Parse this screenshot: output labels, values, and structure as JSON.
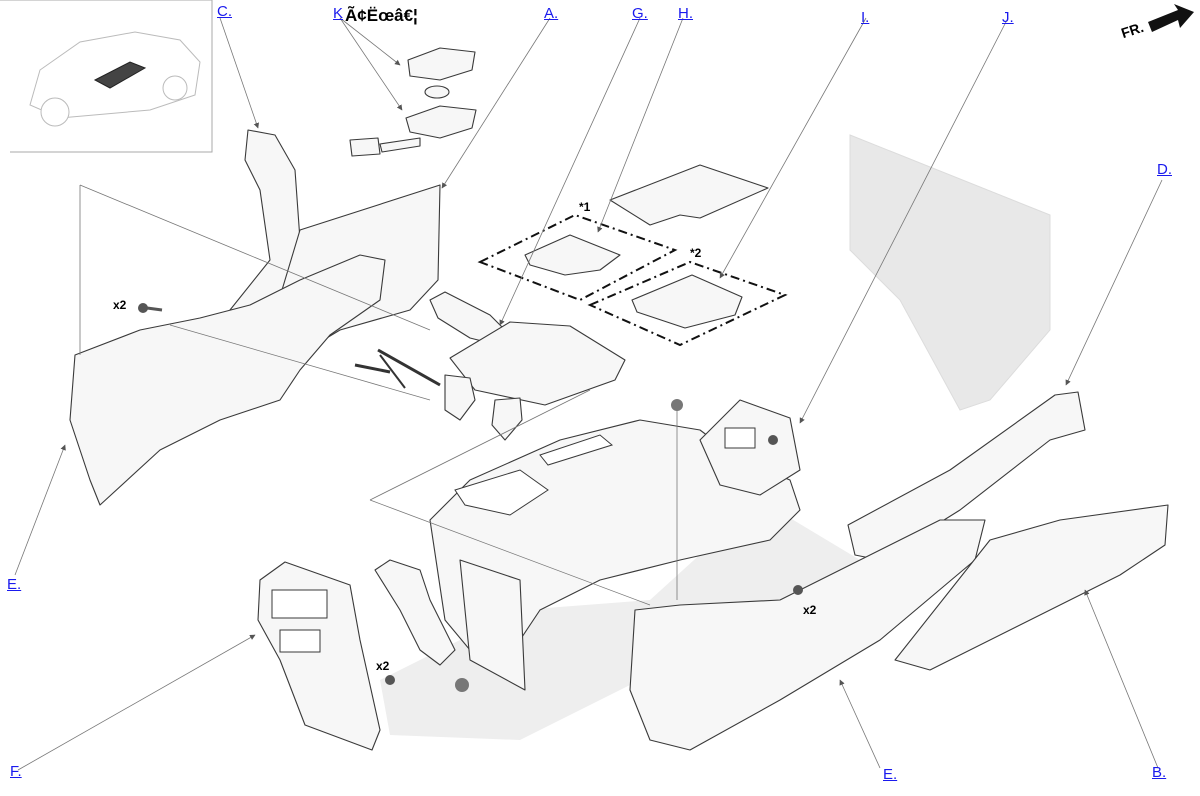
{
  "callouts": {
    "A": "A.",
    "B": "B.",
    "C": "C.",
    "D": "D.",
    "E_left": "E.",
    "E_bottom": "E.",
    "F": "F.",
    "G": "G.",
    "H": "H.",
    "I": "I.",
    "J": "J.",
    "K": "K"
  },
  "garbled_text": "Ã¢Ëœâ€¦",
  "quantities": {
    "left_bolts": "x2",
    "right_bolts": "x2",
    "bottom_bolts": "x2"
  },
  "option_marks": {
    "one": "*1",
    "two": "*2"
  },
  "front_indicator": "FR.",
  "colors": {
    "link": "#1a1aee",
    "line": "#555555",
    "part_fill": "#f5f5f5",
    "ghost": "#e6e6e6"
  }
}
